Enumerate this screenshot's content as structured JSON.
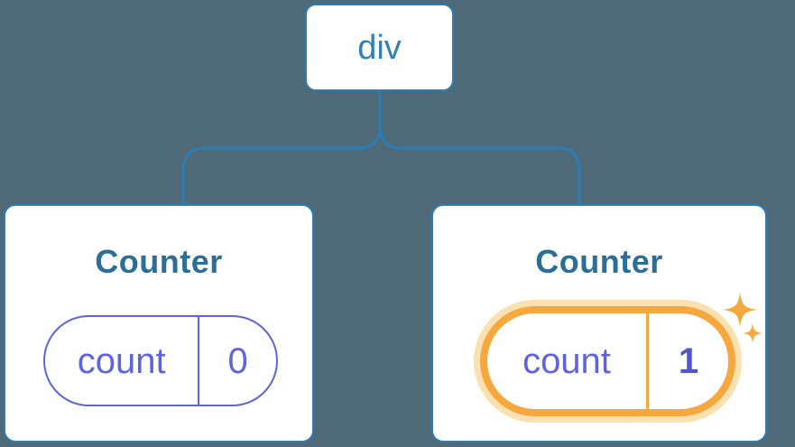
{
  "diagram": {
    "root": {
      "label": "div"
    },
    "children": [
      {
        "title": "Counter",
        "state": {
          "key": "count",
          "value": "0"
        },
        "highlighted": false
      },
      {
        "title": "Counter",
        "state": {
          "key": "count",
          "value": "1"
        },
        "highlighted": true
      }
    ]
  },
  "colors": {
    "background": "#4e6a78",
    "node_border_blue": "#2e7cb4",
    "root_label_blue": "#3181b6",
    "component_title_blue": "#2a6f9a",
    "state_indigo": "#5e64da",
    "state_value_bold_indigo": "#5156cc",
    "highlight_orange": "#f6a83f",
    "highlight_glow": "#fbe0b0",
    "card_background": "#ffffff"
  }
}
